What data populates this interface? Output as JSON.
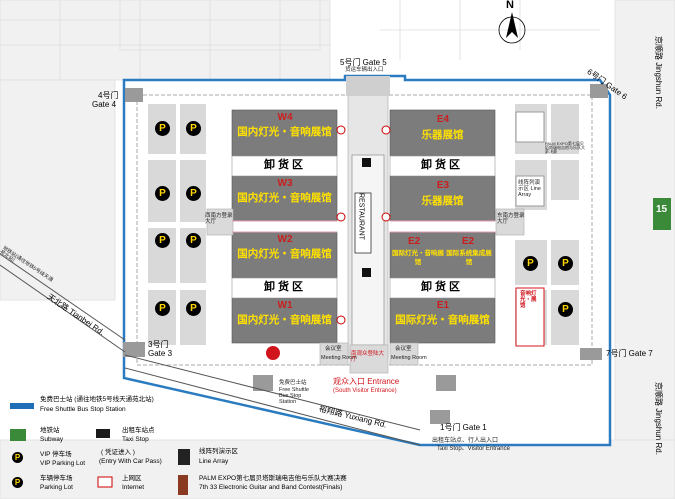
{
  "compass": {
    "north": "N"
  },
  "gates": {
    "gate5": {
      "line1": "5号门 Gate 5",
      "line2": "货运车辆出入口"
    },
    "gate6": {
      "line1": "6号门 Gate 6"
    },
    "gate4": {
      "line1": "4号门",
      "line2": "Gate 4"
    },
    "gate3": {
      "line1": "3号门",
      "line2": "Gate 3"
    },
    "gate7": {
      "line1": "7号门 Gate 7"
    },
    "gate1": {
      "line1": "1号门 Gate 1",
      "line2": "出租车站点、行人出入口",
      "line3": "Taxi Stop、Visitor Entrance"
    }
  },
  "roads": {
    "jingshun_top": "京顺路 Jingshun Rd.",
    "jingshun_bottom": "京顺路 Jingshun Rd.",
    "tianbei": "天北路 Tianbei Rd.",
    "yuxiang": "裕翔路 Yuxiang Rd."
  },
  "halls": {
    "w4": {
      "code": "W4",
      "title": "国内灯光・音响展馆"
    },
    "w3": {
      "code": "W3",
      "title": "国内灯光・音响展馆"
    },
    "w2": {
      "code": "W2",
      "title": "国内灯光・音响展馆"
    },
    "w1": {
      "code": "W1",
      "title": "国内灯光・音响展馆"
    },
    "e4": {
      "code": "E4",
      "title": "乐器展馆"
    },
    "e3": {
      "code": "E3",
      "title": "乐器展馆"
    },
    "e2": {
      "code_left": "E2",
      "code_right": "E2",
      "left_title": "国际灯光・音响展馆",
      "right_title": "国际系统集成展馆"
    },
    "e1": {
      "code": "E1",
      "title": "国际灯光・音响展馆"
    }
  },
  "unloading": "卸货区",
  "restaurant": "RESTAURANT",
  "labels": {
    "shuttle_small": "免费巴士站",
    "shuttle_small_en": "Free Shuttle Bus Stop Station",
    "main_entrance": "观众入口 Entrance",
    "main_entrance_en": "(South Visitor Entrance)",
    "visitor_hall": "南观众登陆大厅",
    "meeting_left": "会议室",
    "meeting_left_en": "Meeting Room",
    "meeting_right": "会议室",
    "meeting_right_en": "Meeting Room",
    "west_lobby": "西南方登录大厅",
    "east_lobby": "东南方登录大厅",
    "line_array_box": "线阵列演示区 Line Array",
    "palm_note": "PALM EXPO第七届贝塔斯瑞电吉他与乐队大赛决赛",
    "subway_note": "地铁站(通往地铁5号线天通苑北站)",
    "east_badge": "音响灯光・展馆",
    "subway_big": "15",
    "parking_letter": "P"
  },
  "legend": {
    "bus_cn": "免费巴士站 (通往地铁5号线天通苑北站)",
    "bus_en": "Free Shuttle Bus Stop Station",
    "subway_cn": "地铁站",
    "subway_en": "Subway",
    "taxi_cn": "出租车站点",
    "taxi_en": "Taxi Stop",
    "vip_cn": "VIP 停车场",
    "vip_en": "VIP Parking Lot",
    "pass_cn": "( 凭证进入 )",
    "pass_en": "(Entry With Car Pass)",
    "line_cn": "线阵列演示区",
    "line_en": "Line Array",
    "park_cn": "车辆停车场",
    "park_en": "Parking Lot",
    "internet_cn": "上网区",
    "internet_en": "Internet",
    "palm_cn": "PALM EXPO第七届贝塔斯瑞电吉他与乐队大赛决赛",
    "palm_en": "7th 33 Electronic Guitar and Band Contest(Finals)"
  },
  "colors": {
    "hall_fill": "#7c7c7c",
    "hall_text": "#ffe100",
    "hall_code": "#cc1e1e",
    "outer_border": "#2a7bbf",
    "pale_area": "#ededed",
    "parking_bg": "#d9d9d9"
  }
}
